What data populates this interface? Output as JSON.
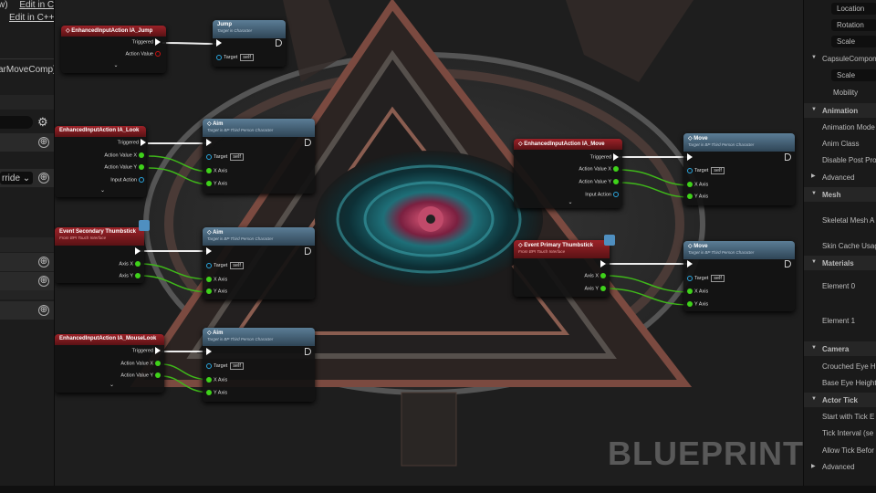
{
  "left_panel": {
    "edit_row1_prefix": "w)",
    "edit_row1_link": "Edit in C++",
    "edit_row2_link": "Edit in C++",
    "component_text": "arMoveComp)",
    "override_dropdown": "rride",
    "plus_symbol": "⊕",
    "gear_symbol": "⚙"
  },
  "graph": {
    "watermark": "BLUEPRINT",
    "nodes": {
      "ia_jump": {
        "title": "EnhancedInputAction IA_Jump",
        "pins": [
          "Triggered",
          "Action Value"
        ]
      },
      "jump": {
        "title": "Jump",
        "subtitle": "Target is Character",
        "target": "Target",
        "self": "self"
      },
      "ia_look": {
        "title": "EnhancedInputAction IA_Look",
        "pins": [
          "Triggered",
          "Action Value X",
          "Action Value Y",
          "Input Action"
        ]
      },
      "aim1": {
        "title": "Aim",
        "subtitle": "Target is BP Third Person Character",
        "target": "Target",
        "self": "self",
        "x": "X Axis",
        "y": "Y Axis"
      },
      "sec_thumb": {
        "title": "Event Secondary Thumbstick",
        "subtitle": "From BPI Touch Interface",
        "pins": [
          "Axis X",
          "Axis Y"
        ]
      },
      "aim2": {
        "title": "Aim",
        "subtitle": "Target is BP Third Person Character",
        "target": "Target",
        "self": "self",
        "x": "X Axis",
        "y": "Y Axis"
      },
      "ia_mouselook": {
        "title": "EnhancedInputAction IA_MouseLook",
        "pins": [
          "Triggered",
          "Action Value X",
          "Action Value Y"
        ]
      },
      "aim3": {
        "title": "Aim",
        "subtitle": "Target is BP Third Person Character",
        "target": "Target",
        "self": "self",
        "x": "X Axis",
        "y": "Y Axis"
      },
      "ia_move": {
        "title": "EnhancedInputAction IA_Move",
        "pins": [
          "Triggered",
          "Action Value X",
          "Action Value Y",
          "Input Action"
        ]
      },
      "move1": {
        "title": "Move",
        "subtitle": "Target is BP Third Person Character",
        "target": "Target",
        "self": "self",
        "x": "X Axis",
        "y": "Y Axis"
      },
      "prim_thumb": {
        "title": "Event Primary Thumbstick",
        "subtitle": "From BPI Touch Interface",
        "pins": [
          "Axis X",
          "Axis Y"
        ]
      },
      "move2": {
        "title": "Move",
        "subtitle": "Target is BP Third Person Character",
        "target": "Target",
        "self": "self",
        "x": "X Axis",
        "y": "Y Axis"
      }
    }
  },
  "details": {
    "dropdowns": [
      "Location",
      "Rotation",
      "Scale"
    ],
    "capsule": "CapsuleCompone",
    "capsule_scale": "Scale",
    "mobility": "Mobility",
    "sections": {
      "animation": {
        "title": "Animation",
        "items": [
          "Animation Mode",
          "Anim Class",
          "Disable Post Pro"
        ],
        "advanced": "Advanced"
      },
      "mesh": {
        "title": "Mesh",
        "items": [
          "Skeletal Mesh A",
          "Skin Cache Usag"
        ]
      },
      "materials": {
        "title": "Materials",
        "items": [
          "Element 0",
          "Element 1"
        ]
      },
      "camera": {
        "title": "Camera",
        "items": [
          "Crouched Eye He",
          "Base Eye Height"
        ]
      },
      "actor_tick": {
        "title": "Actor Tick",
        "items": [
          "Start with Tick E",
          "Tick Interval (se",
          "Allow Tick Befor"
        ],
        "advanced": "Advanced"
      }
    }
  }
}
